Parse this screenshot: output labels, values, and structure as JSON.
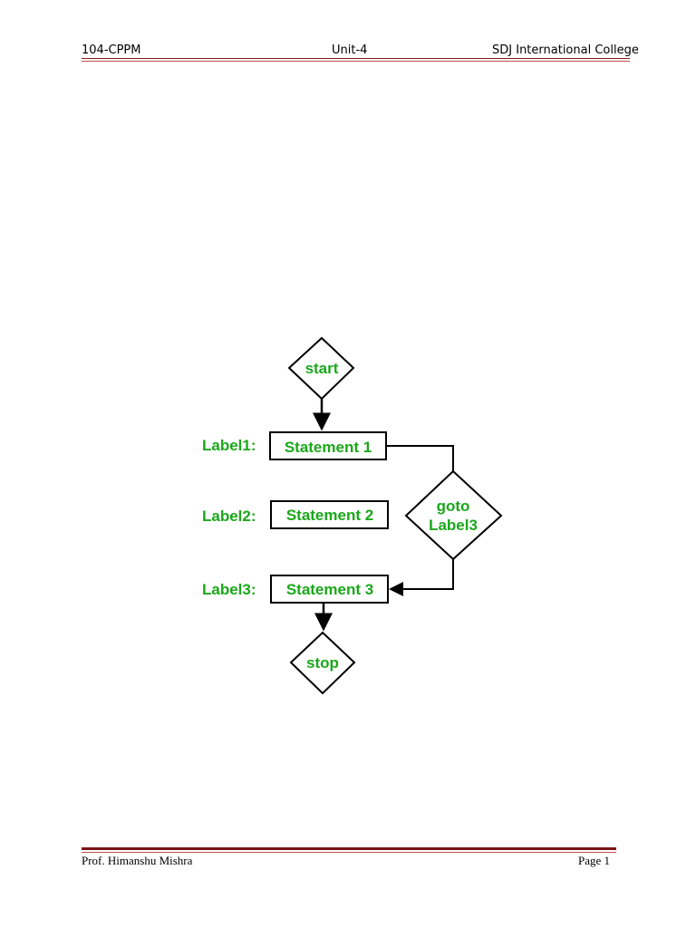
{
  "header": {
    "left": "104-CPPM",
    "center": "Unit-4",
    "right": "SDJ International College"
  },
  "flowchart": {
    "start": "start",
    "stop": "stop",
    "rows": [
      {
        "label": "Label1:",
        "statement": "Statement 1"
      },
      {
        "label": "Label2:",
        "statement": "Statement 2"
      },
      {
        "label": "Label3:",
        "statement": "Statement 3"
      }
    ],
    "decision": {
      "line1": "goto",
      "line2": "Label3"
    }
  },
  "footer": {
    "author": "Prof. Himanshu Mishra",
    "page": "Page 1"
  }
}
